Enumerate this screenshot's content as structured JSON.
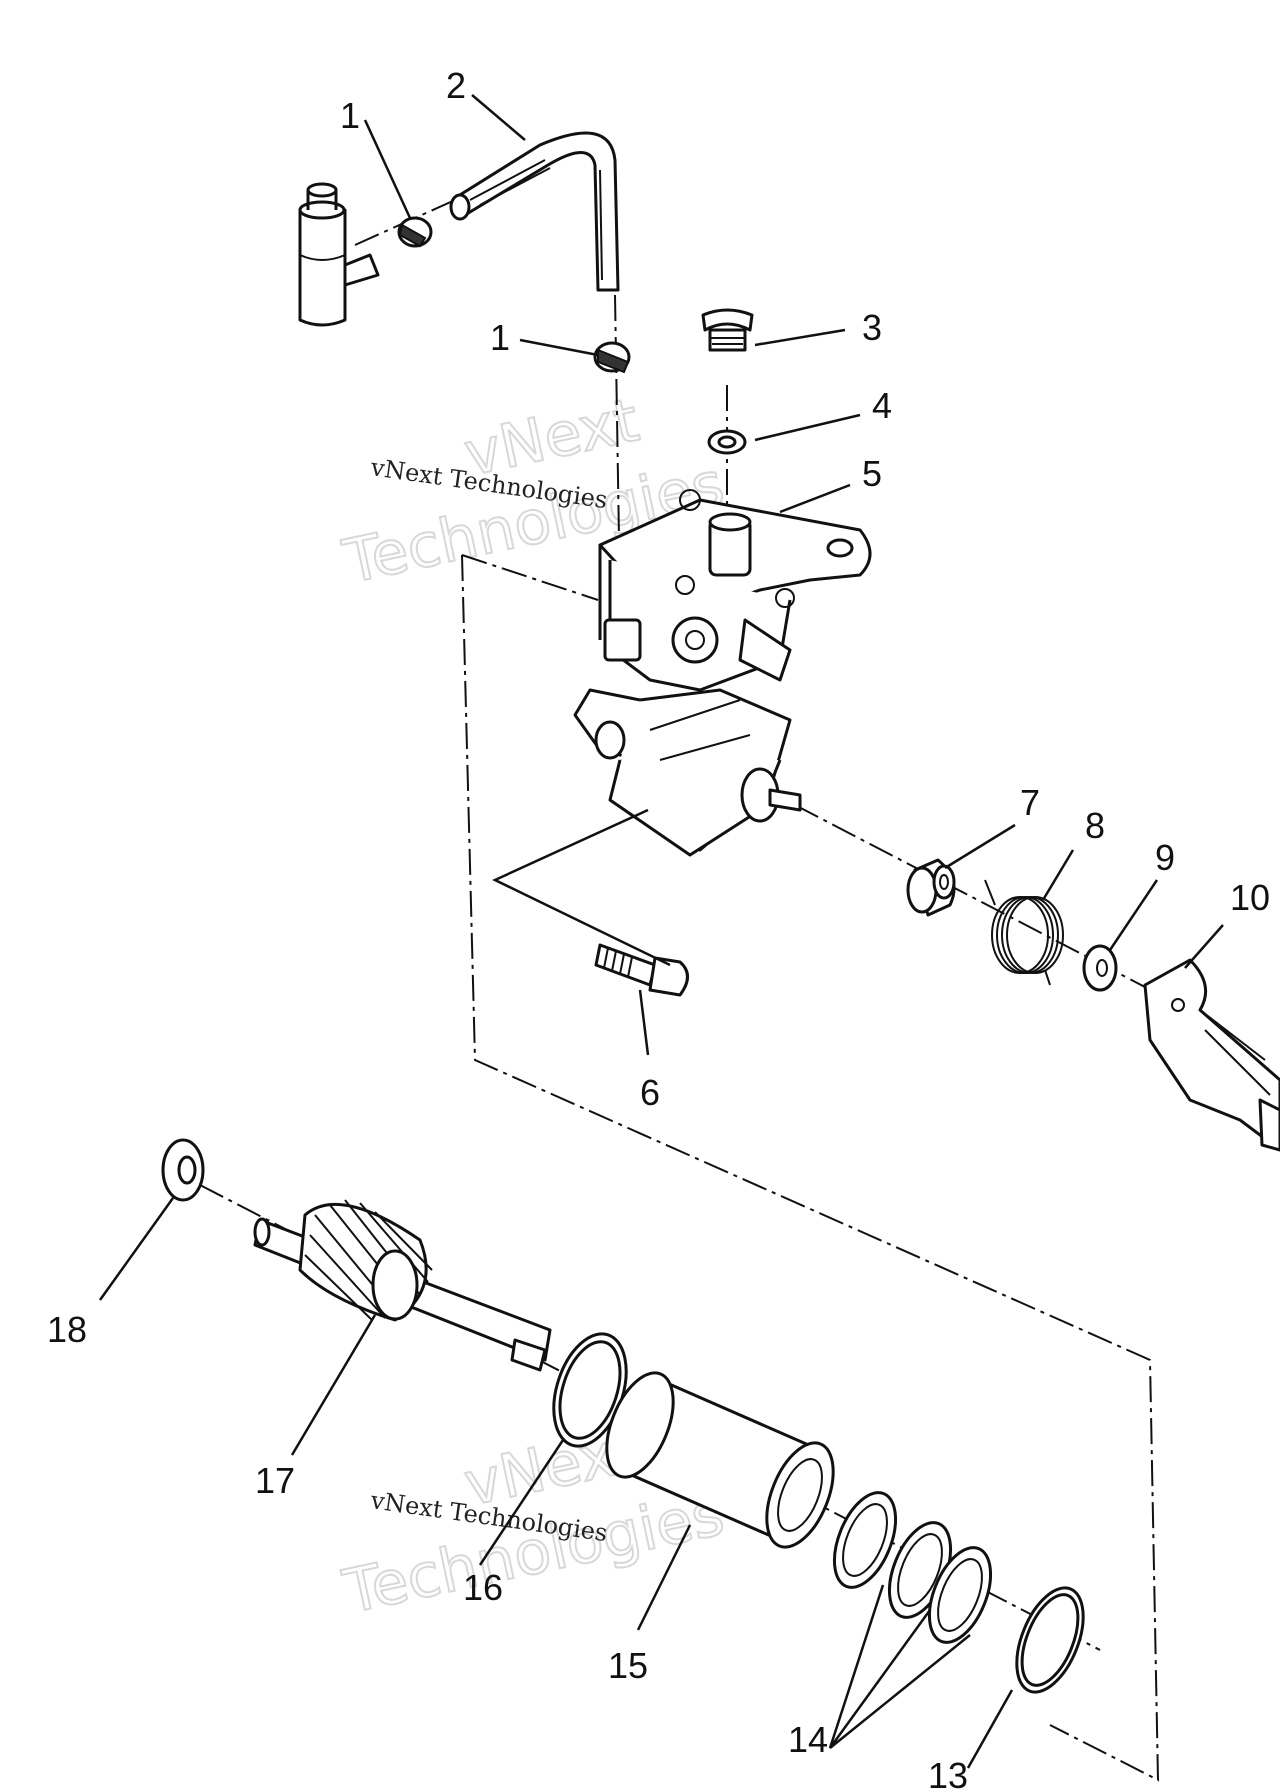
{
  "callouts": {
    "c1a": "1",
    "c2": "2",
    "c1b": "1",
    "c3": "3",
    "c4": "4",
    "c5": "5",
    "c6": "6",
    "c7": "7",
    "c8": "8",
    "c9": "9",
    "c10": "10",
    "c18": "18",
    "c17": "17",
    "c16": "16",
    "c15": "15",
    "c14": "14",
    "c13": "13"
  },
  "watermarks": {
    "brand_line1": "vNext",
    "brand_line2": "Technologies",
    "company": "vNext Technologies"
  }
}
